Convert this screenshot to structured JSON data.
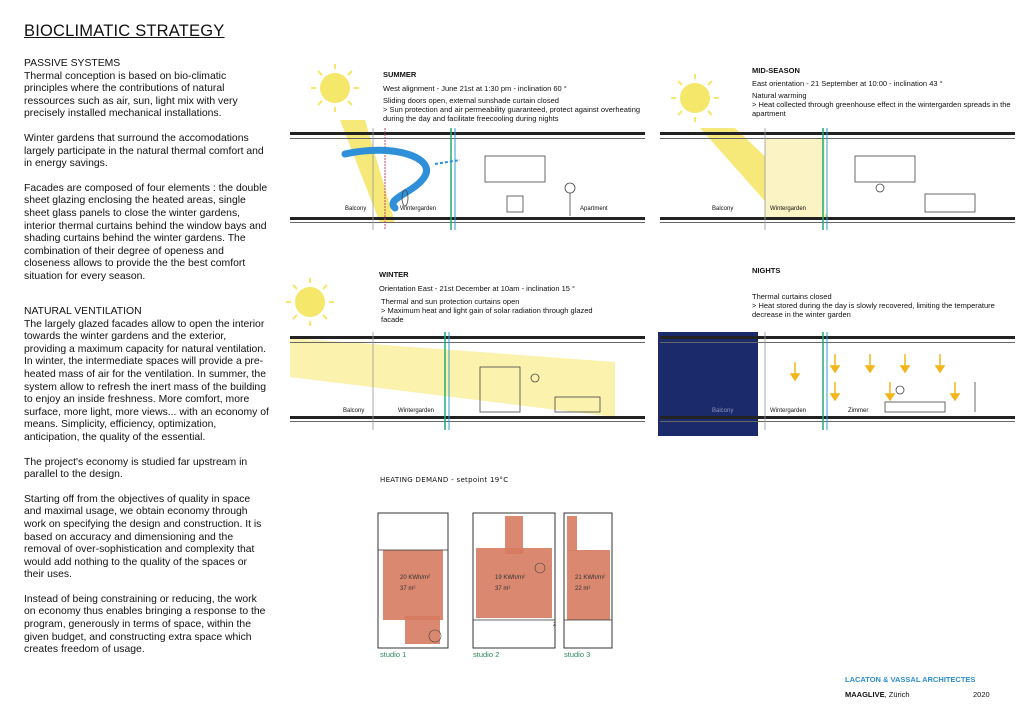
{
  "title": "BIOCLIMATIC STRATEGY",
  "passive": {
    "heading": "PASSIVE SYSTEMS",
    "p1": "Thermal conception is based on bio-climatic principles where the contributions of natural ressources such as air, sun, light mix with very precisely installed mechanical installations.",
    "p2": "Winter gardens that surround the accomodations largely participate in the natural thermal comfort and in energy savings.",
    "p3": "Facades are composed of four elements : the double sheet glazing enclosing the heated areas, single sheet glass panels to close the winter gardens, interior thermal curtains behind the window bays and shading curtains behind the winter gardens. The combination of their degree of openess and closeness allows to provide the the best comfort situation for every season."
  },
  "ventilation": {
    "heading": "NATURAL VENTILATION",
    "p1": "The largely glazed facades allow to open the interior towards the winter gardens and the exterior, providing a maximum capacity for natural ventilation. In winter, the intermediate spaces will provide a pre-heated mass of air for the ventilation. In summer, the system allow to refresh the inert mass of the building to enjoy an inside freshness. More comfort, more surface, more light, more views... with an economy of means. Simplicity, efficiency, optimization, anticipation, the quality of the essential.",
    "p2": "The project's economy is studied far upstream in parallel to the design.",
    "p3": "Starting off from the objectives of quality in space and maximal usage, we obtain economy through work on specifying the design and construction. It is based on accuracy and dimensioning and the removal of over-sophistication and complexity that would add nothing to the quality of the spaces or their uses.",
    "p4": "Instead of being constraining or reducing, the work on economy thus enables bringing a response to the program, generously in terms of space, within the given budget, and constructing extra space which creates freedom of usage."
  },
  "summer": {
    "heading": "SUMMER",
    "line1": "West alignment - June 21st at 1:30 pm - inclination 60 °",
    "line2": "Sliding doors open, external sunshade curtain closed\n> Sun protection and air permeability guaranteed, protect against overheating during the day and facilitate freecooling during nights",
    "label_balcony": "Balcony",
    "label_wg": "Wintergarden",
    "label_apartment": "Apartment"
  },
  "midseason": {
    "heading": "MID-SEASON",
    "line1": "East orientation - 21 September at 10:00 - inclination 43 °",
    "line2": "Natural warming\n> Heat collected through greenhouse effect in the wintergarden spreads in the apartment",
    "label_balcony": "Balcony",
    "label_wg": "Wintergarden"
  },
  "winter": {
    "heading": "WINTER",
    "line1": "Orientation East - 21st December at 10am - inclination 15 °",
    "line2": "Thermal and sun protection curtains open\n> Maximum heat and light gain of solar radiation through glazed facade",
    "label_balcony": "Balcony",
    "label_wg": "Wintergarden"
  },
  "nights": {
    "heading": "NIGHTS",
    "line1": "Thermal curtains closed\n> Heat stored during the day is slowly recovered, limiting the temperature decrease in the winter garden",
    "label_balcony": "Balcony",
    "label_wg": "Wintergarden",
    "label_zimmer": "Zimmer"
  },
  "heating": {
    "heading": "HEATING DEMAND - setpoint 19°C",
    "studios": [
      {
        "name": "studio 1",
        "kwh": "20 KWh/m²",
        "area": "37 m²"
      },
      {
        "name": "studio 2",
        "kwh": "19 KWh/m²",
        "area": "37 m²"
      },
      {
        "name": "studio 3",
        "kwh": "21 KWh/m²",
        "area": "22 m²"
      }
    ],
    "plan_mark": "z"
  },
  "footer": {
    "architects": "LACATON & VASSAL ARCHITECTES",
    "project_bold": "MAAGLIVE",
    "project_city": ", Zürich",
    "year": "2020"
  },
  "colors": {
    "sun": "#f5e76a",
    "airflow": "#2f8fd8",
    "night": "#1b2a6b",
    "heat": "#d67b5f",
    "arrow": "#f2b61c",
    "accent": "#2d8fd0",
    "studio_label": "#2b8a5a"
  }
}
